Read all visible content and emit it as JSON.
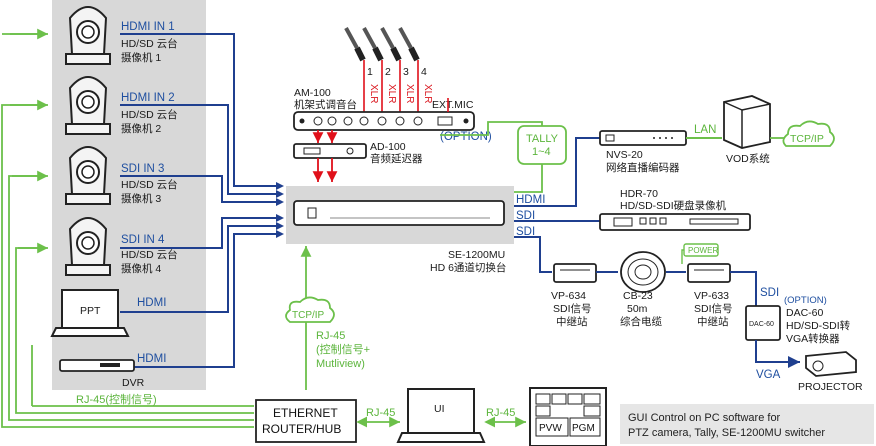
{
  "colors": {
    "video_line": "#1f3f8f",
    "control_line": "#6cc04a",
    "audio_line": "#e0101a",
    "panel_bg": "#d8d8d8",
    "text_blue": "#1f4fa0",
    "text_green": "#5cb53c"
  },
  "sources": [
    {
      "port": "HDMI IN 1",
      "device": "HD/SD 云台",
      "name": "摄像机 1",
      "icon": "ptz-camera-icon"
    },
    {
      "port": "HDMI IN 2",
      "device": "HD/SD 云台",
      "name": "摄像机 2",
      "icon": "ptz-camera-icon"
    },
    {
      "port": "SDI IN 3",
      "device": "HD/SD 云台",
      "name": "摄像机 3",
      "icon": "ptz-camera-icon"
    },
    {
      "port": "SDI IN 4",
      "device": "HD/SD 云台",
      "name": "摄像机 4",
      "icon": "ptz-camera-icon"
    },
    {
      "port": "HDMI",
      "screen_text": "PPT",
      "icon": "laptop-icon"
    },
    {
      "port": "HDMI",
      "name": "DVR",
      "icon": "dvr-icon"
    }
  ],
  "audio": {
    "mic_numbers": [
      "1",
      "2",
      "3",
      "4"
    ],
    "xlr_label": "XLR",
    "mixer_model": "AM-100",
    "mixer_name": "机架式调音台",
    "ext_mic": "EXT.MIC",
    "option_label": "(OPTION)",
    "delay_model": "AD-100",
    "delay_name": "音频延迟器"
  },
  "tally": {
    "label": "TALLY",
    "range": "1~4"
  },
  "switcher": {
    "model": "SE-1200MU",
    "name": "HD 6通道切换台"
  },
  "outputs": {
    "hdmi_label": "HDMI",
    "sdi_label_1": "SDI",
    "sdi_label_2": "SDI",
    "encoder_model": "NVS-20",
    "encoder_name": "网络直播编码器",
    "lan_label": "LAN",
    "vod_label": "VOD系统",
    "tcpip_label": "TCP/IP",
    "recorder_model": "HDR-70",
    "recorder_name": "HD/SD-SDI硬盘录像机"
  },
  "sdi_chain": {
    "rep1_model": "VP-634",
    "rep1_line1": "SDI信号",
    "rep1_line2": "中继站",
    "cable_model": "CB-23",
    "cable_length": "50m",
    "cable_name": "综合电缆",
    "rep2_model": "VP-633",
    "rep2_line1": "SDI信号",
    "rep2_line2": "中继站",
    "power_label": "POWER",
    "sdi_label": "SDI",
    "dac_option": "(OPTION)",
    "dac_model": "DAC-60",
    "dac_line1": "HD/SD-SDI转",
    "dac_line2": "VGA转换器",
    "dac_box_text": "DAC-60",
    "vga_label": "VGA",
    "projector_label": "PROJECTOR"
  },
  "network": {
    "tcpip_label": "TCP/IP",
    "rj45_label": "RJ-45",
    "control_line1": "(控制信号+",
    "control_line2": "Mutliview)",
    "rj45_control": "RJ-45(控制信号)",
    "router_line1": "ETHERNET",
    "router_line2": "ROUTER/HUB",
    "rj45_left": "RJ-45",
    "rj45_right": "RJ-45",
    "ui_label": "UI",
    "pvw_label": "PVW",
    "pgm_label": "PGM"
  },
  "note": {
    "line1": "GUI Control on PC software for",
    "line2": "PTZ camera, Tally, SE-1200MU switcher"
  }
}
